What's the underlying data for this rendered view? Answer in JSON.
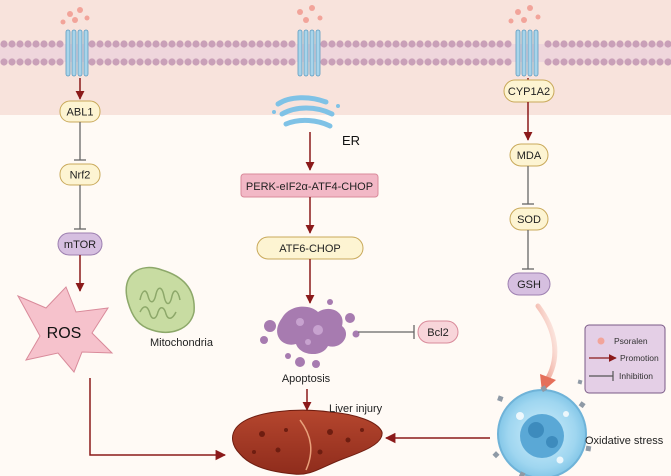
{
  "nodes": {
    "abl1": "ABL1",
    "nrf2": "Nrf2",
    "mtor": "mTOR",
    "ros": "ROS",
    "mitochondria": "Mitochondria",
    "er": "ER",
    "perk": "PERK-eIF2α-ATF4-CHOP",
    "atf6": "ATF6-CHOP",
    "bcl2": "Bcl2",
    "apoptosis": "Apoptosis",
    "liver_injury": "Liver injury",
    "cyp1a2": "CYP1A2",
    "mda": "MDA",
    "sod": "SOD",
    "gsh": "GSH",
    "oxidative_stress": "Oxidative stress"
  },
  "legend": {
    "psoralen": "Psoralen",
    "promotion": "Promotion",
    "inhibition": "Inhibition"
  },
  "colors": {
    "membrane_band": "#f6dcd4",
    "lipid_head": "#c9a0b8",
    "arrow": "#8b1a1a",
    "inhibit": "#666666",
    "node_fill": "#fdf4d2",
    "node_stroke": "#c9a95a",
    "mtor_fill": "#d6bfe0",
    "perk_fill": "#f2b8c6",
    "bcl2_fill": "#f8d5da",
    "legend_fill": "#e4cfe6",
    "psoralen_dot": "#f2a49a"
  }
}
